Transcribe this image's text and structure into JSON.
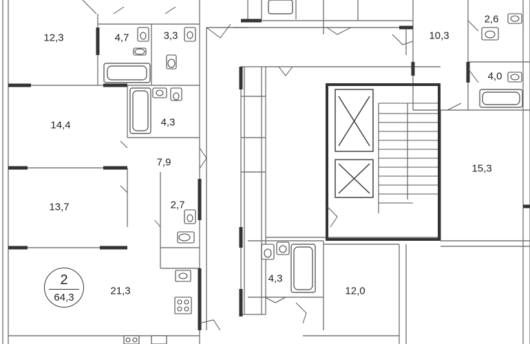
{
  "plan": {
    "room_areas": [
      {
        "id": "r1",
        "label": "12,3"
      },
      {
        "id": "r2",
        "label": "4,7"
      },
      {
        "id": "r3",
        "label": "3,3"
      },
      {
        "id": "r4",
        "label": "14,4"
      },
      {
        "id": "r5",
        "label": "4,3"
      },
      {
        "id": "r6",
        "label": "7,9"
      },
      {
        "id": "r7",
        "label": "13,7"
      },
      {
        "id": "r8",
        "label": "2,7"
      },
      {
        "id": "r9",
        "label": "21,3"
      },
      {
        "id": "r10",
        "label": "10,3"
      },
      {
        "id": "r11",
        "label": "2,6"
      },
      {
        "id": "r12",
        "label": "4,0"
      },
      {
        "id": "r13",
        "label": "15,3"
      },
      {
        "id": "r14",
        "label": "4,3"
      },
      {
        "id": "r15",
        "label": "12,0"
      }
    ],
    "apartment_badge": {
      "rooms": "2",
      "total_area": "64,3"
    }
  }
}
